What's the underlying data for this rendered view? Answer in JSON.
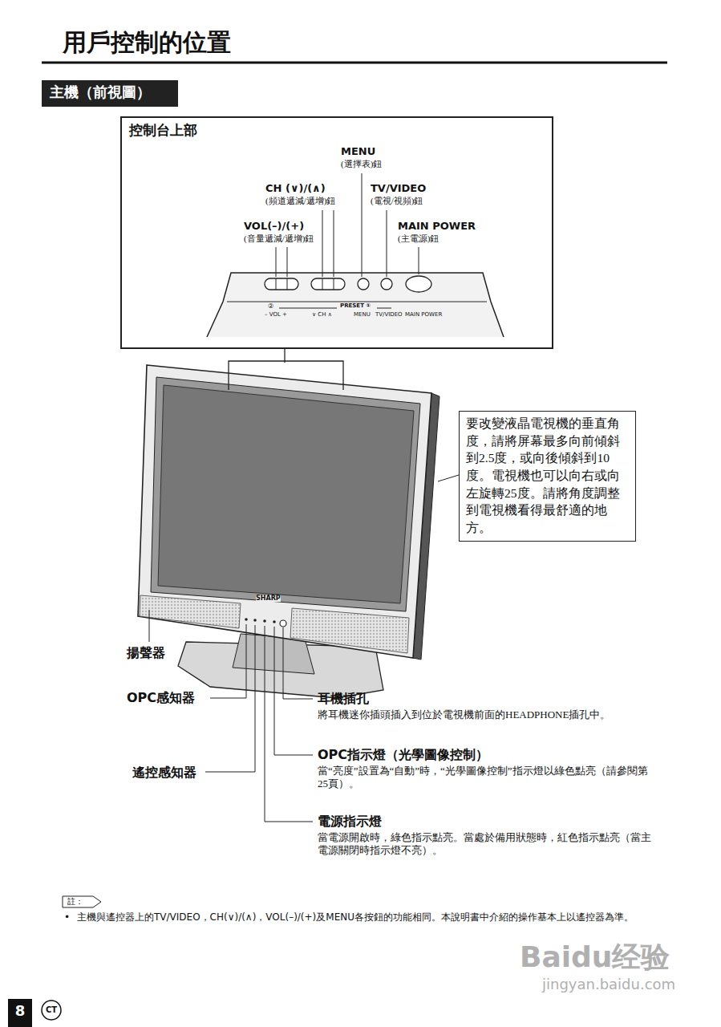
{
  "diagram": {
    "title": "用戶控制的位置",
    "nodes": [
      {
        "text": [
          "主機（前視圖）"
        ]
      },
      {
        "text": [
          "控制台上部"
        ]
      },
      {
        "text": [
          "要改變液晶電視機的垂直角度，請將屏幕最多向前傾斜到2.5度，或向後傾斜到10度。電視機也可以向右或向左旋轉25度。請將角度調整到電視機看得最舒適的地方。"
        ]
      },
      {
        "text": [
          "註："
        ]
      },
      {
        "text": [
          "8"
        ]
      },
      {
        "text": [
          "CT"
        ]
      }
    ],
    "labels": [
      "MENU",
      "(選擇表)鈕",
      "CH (∨)/(∧)",
      "(頻道遞減/遞增)鈕",
      "TV/VIDEO",
      "(電視/視頻)鈕",
      "VOL(–)/(+)",
      "(音量遞減/遞增)鈕",
      "MAIN POWER",
      "(主電源)鈕",
      "②",
      "PRESET ①",
      "– VOL +",
      "∨ CH ∧",
      "MENU",
      "TV/VIDEO",
      "MAIN POWER",
      "SHARP",
      "揚聲器",
      "OPC感知器",
      "遙控感知器",
      "耳機插孔",
      "將耳機迷你插頭插入到位於電視機前面的HEADPHONE插孔中。",
      "OPC指示燈（光學圖像控制）",
      "當“亮度”設置為“自動”時，“光學圖像控制”指示燈以綠色點亮（請參閱第25頁）。",
      "電源指示燈",
      "當電源開啟時，綠色指示點亮。當處於備用狀態時，紅色指示點亮（當主電源關閉時指示燈不亮）。",
      "•",
      "主機與遙控器上的TV/VIDEO，CH(∨)/(∧)，VOL(–)/(+)及MENU各按鈕的功能相同。本說明書中介紹的操作基本上以遙控器為準。",
      "Baidu经验",
      "jingyan.baidu.com"
    ]
  }
}
